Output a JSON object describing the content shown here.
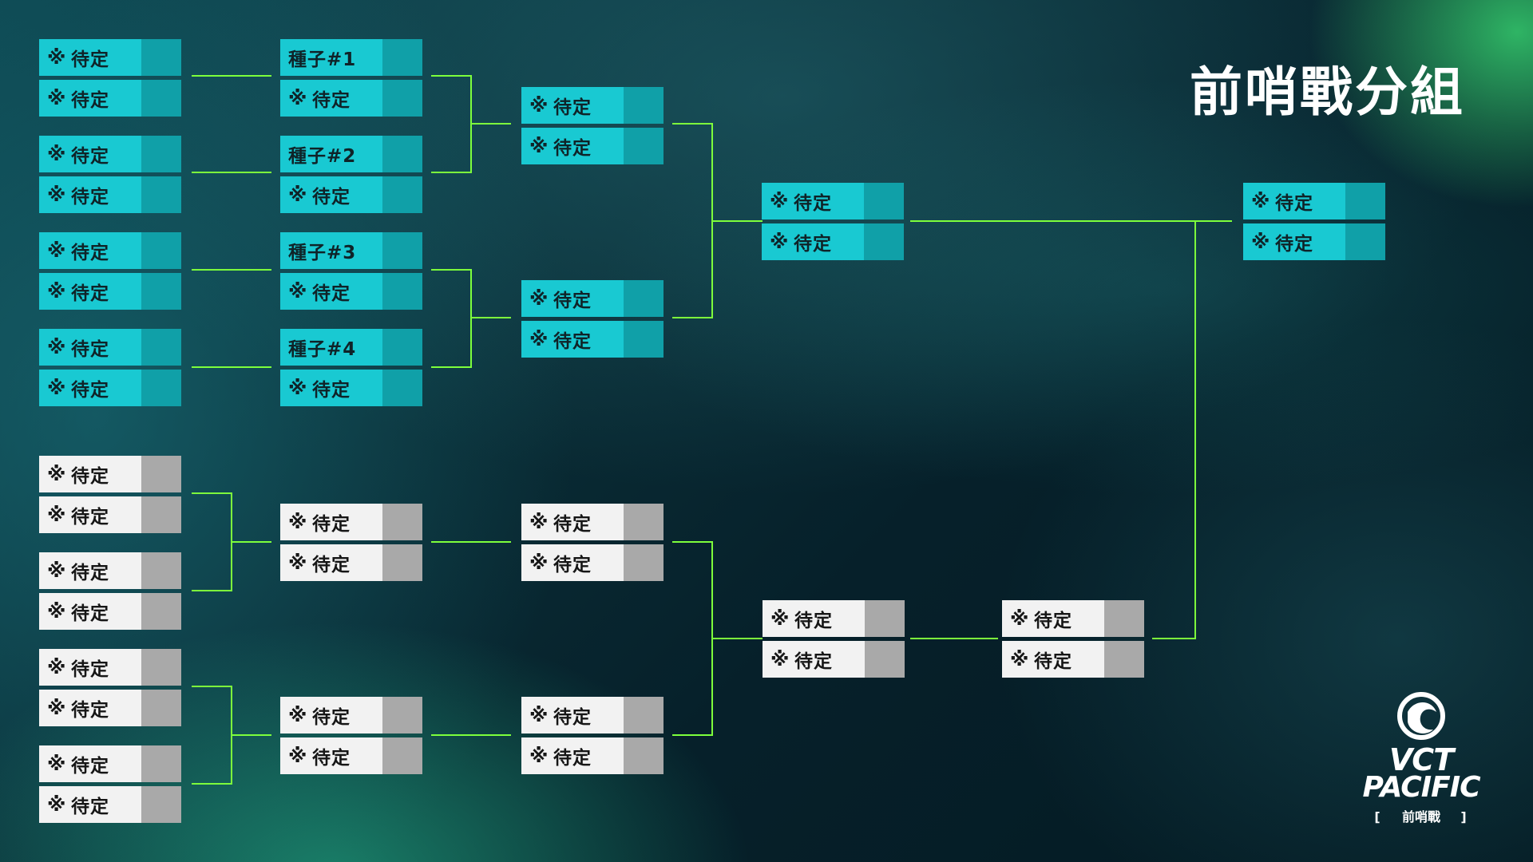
{
  "title": "前哨戰分組",
  "tbd_mark": "※",
  "logo": {
    "line1": "VCT",
    "line2": "PACIFIC",
    "sub": "前哨戰",
    "icon": "vct-pacific-logo-icon"
  },
  "colors": {
    "upper_name": "#19c9d2",
    "upper_score": "#10a0a8",
    "lower_name": "#f2f2f2",
    "lower_score": "#a9a9a9",
    "connector": "#7dff3c"
  },
  "upper_round1": [
    {
      "team": "待定"
    },
    {
      "team": "待定"
    },
    {
      "team": "待定"
    },
    {
      "team": "待定"
    },
    {
      "team": "待定"
    },
    {
      "team": "待定"
    },
    {
      "team": "待定"
    },
    {
      "team": "待定"
    }
  ],
  "upper_round2": [
    {
      "team": "種子#1"
    },
    {
      "team": "待定"
    },
    {
      "team": "種子#2"
    },
    {
      "team": "待定"
    },
    {
      "team": "種子#3"
    },
    {
      "team": "待定"
    },
    {
      "team": "種子#4"
    },
    {
      "team": "待定"
    }
  ],
  "upper_semis": [
    {
      "team": "待定"
    },
    {
      "team": "待定"
    },
    {
      "team": "待定"
    },
    {
      "team": "待定"
    }
  ],
  "upper_final": [
    {
      "team": "待定"
    },
    {
      "team": "待定"
    }
  ],
  "grand_final": [
    {
      "team": "待定"
    },
    {
      "team": "待定"
    }
  ],
  "lower_round1": [
    {
      "team": "待定"
    },
    {
      "team": "待定"
    },
    {
      "team": "待定"
    },
    {
      "team": "待定"
    },
    {
      "team": "待定"
    },
    {
      "team": "待定"
    },
    {
      "team": "待定"
    },
    {
      "team": "待定"
    }
  ],
  "lower_round2": [
    {
      "team": "待定"
    },
    {
      "team": "待定"
    },
    {
      "team": "待定"
    },
    {
      "team": "待定"
    }
  ],
  "lower_round3": [
    {
      "team": "待定"
    },
    {
      "team": "待定"
    },
    {
      "team": "待定"
    },
    {
      "team": "待定"
    }
  ],
  "lower_semi": [
    {
      "team": "待定"
    },
    {
      "team": "待定"
    }
  ],
  "lower_final": [
    {
      "team": "待定"
    },
    {
      "team": "待定"
    }
  ]
}
